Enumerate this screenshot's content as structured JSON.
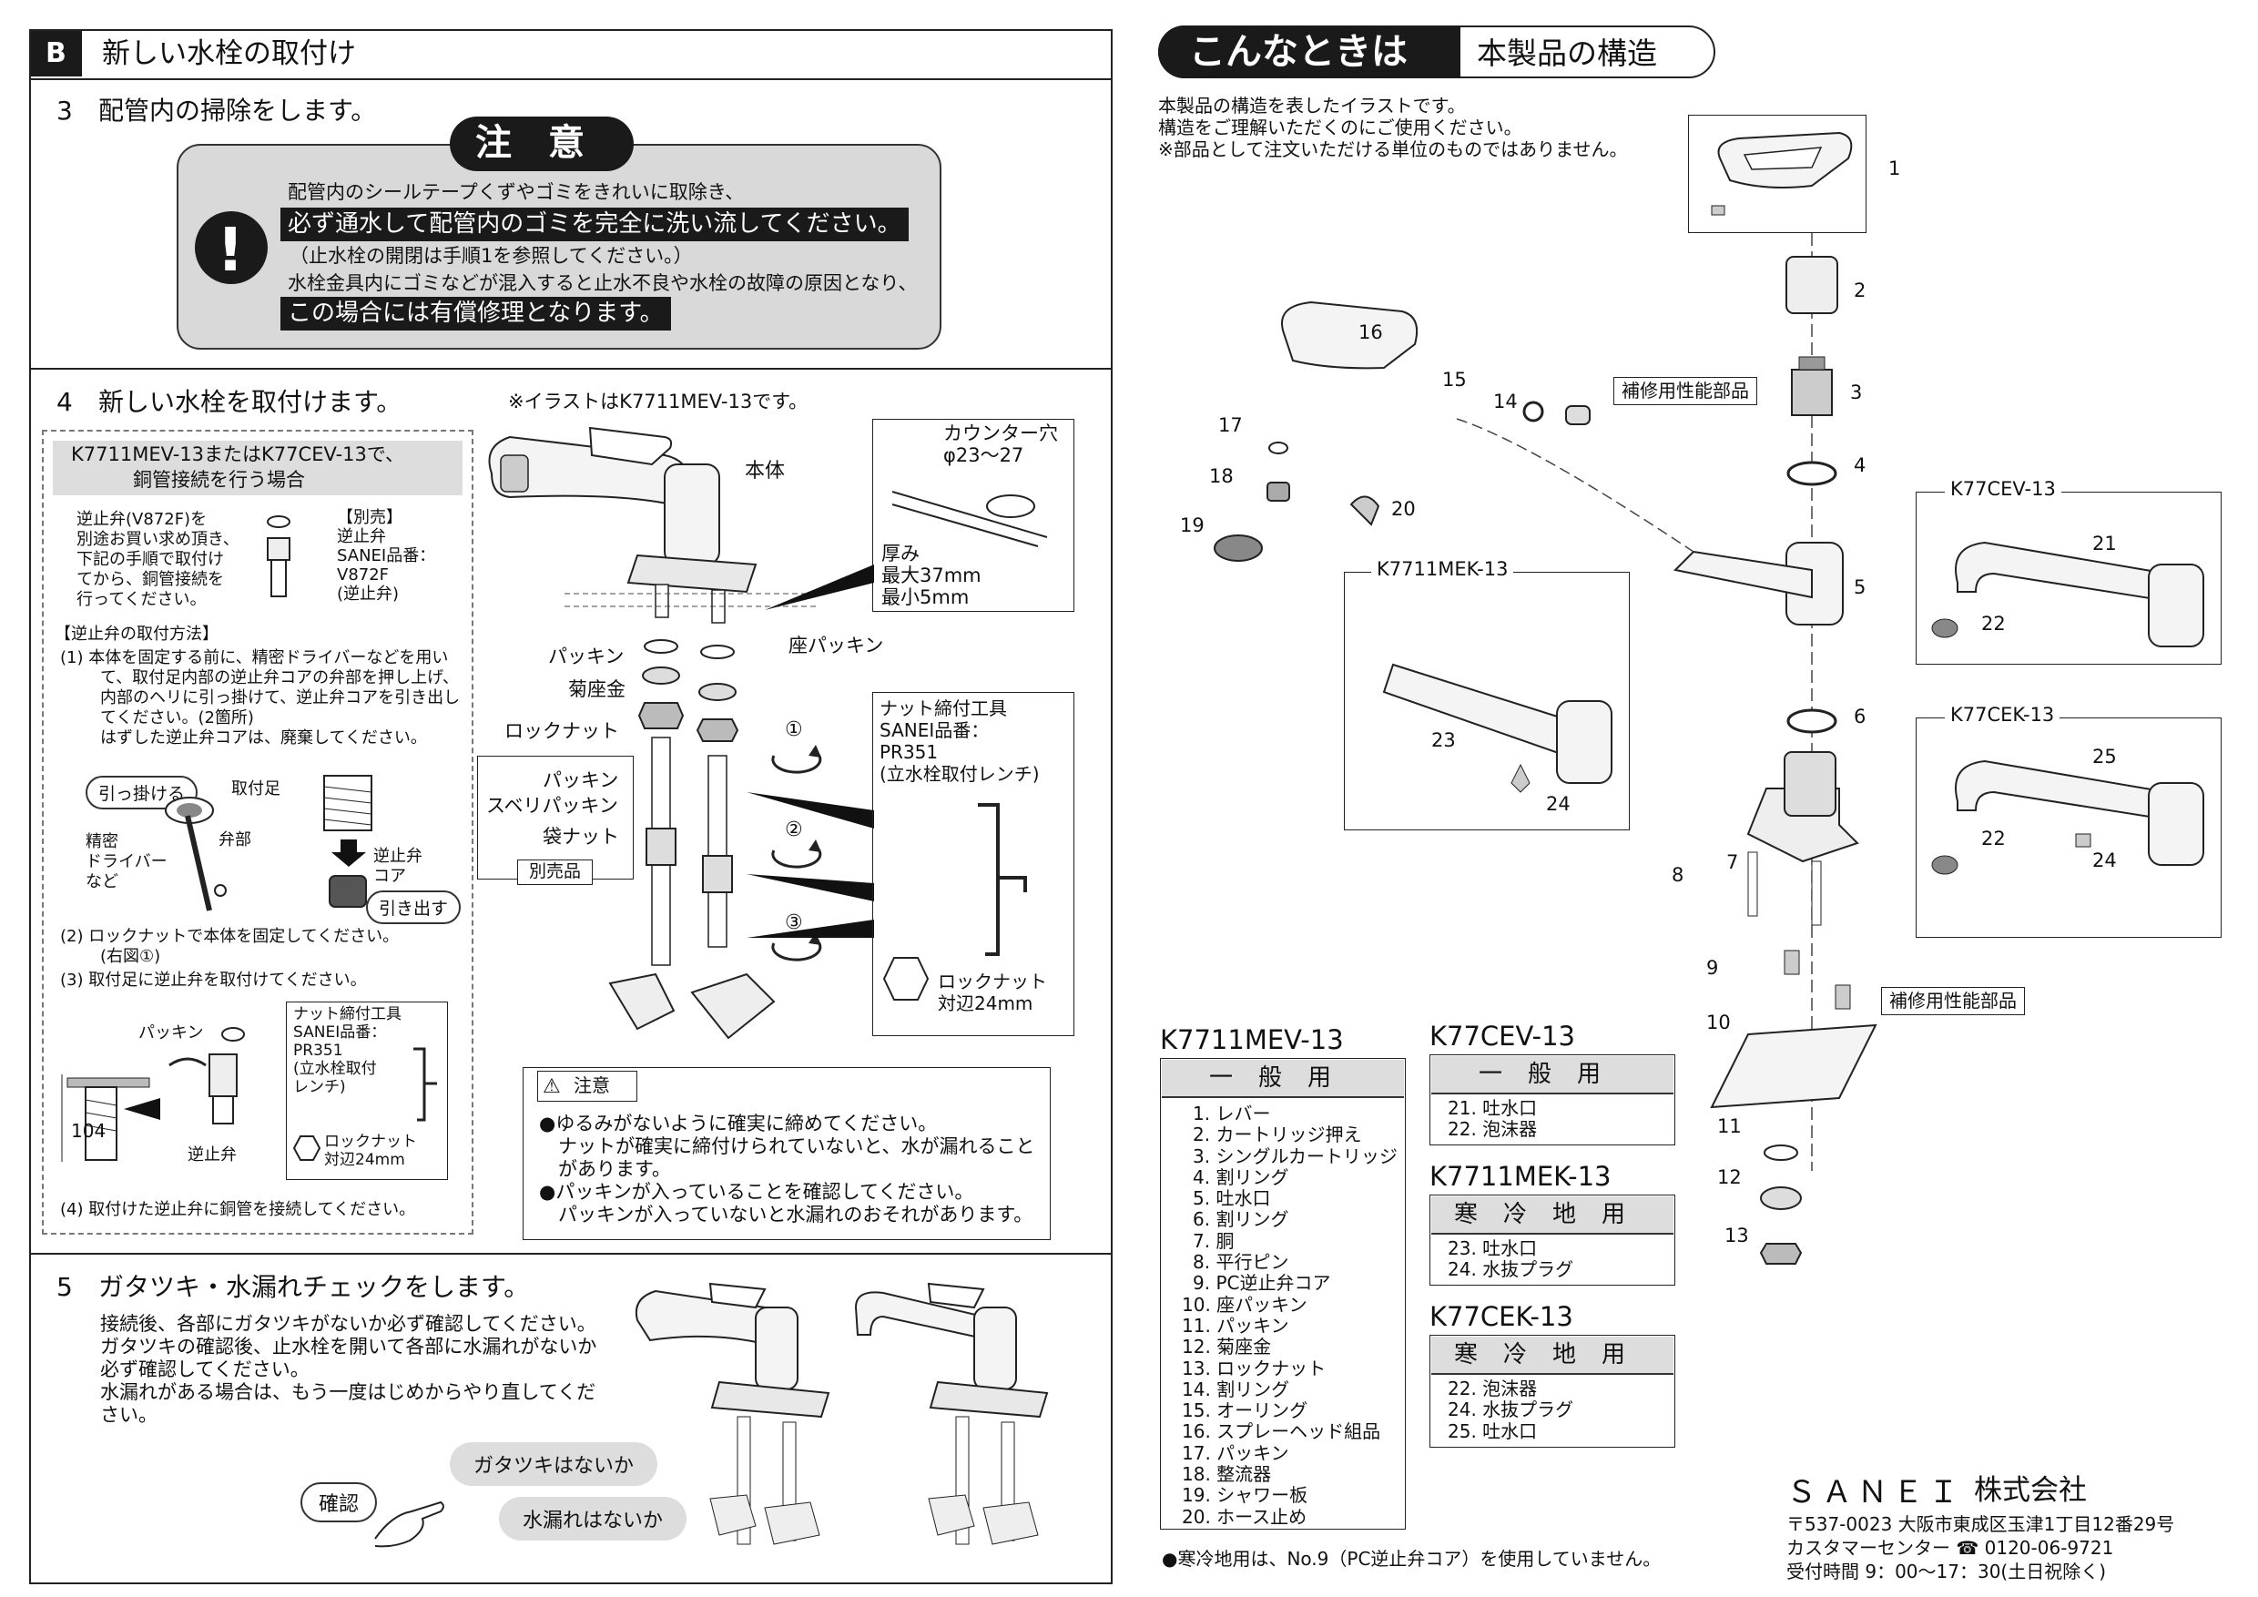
{
  "left": {
    "section_b": {
      "badge": "B",
      "title": "新しい水栓の取付け"
    },
    "step3": {
      "num": "3",
      "title": "配管内の掃除をします。",
      "caution_title": "注　意",
      "lines": [
        "配管内のシールテープくずやゴミをきれいに取除き、",
        "必ず通水して配管内のゴミを完全に洗い流してください。",
        "（止水栓の開閉は手順1を参照してください。）",
        "水栓金具内にゴミなどが混入すると止水不良や水栓の故障の原因となり、",
        "この場合には有償修理となります。"
      ]
    },
    "step4": {
      "num": "4",
      "title": "新しい水栓を取付けます。",
      "illust_note": "※イラストはK7711MEV-13です。",
      "copper_box_title": [
        "K7711MEV-13またはK77CEV-13で、",
        "銅管接続を行う場合"
      ],
      "check_valve_text": [
        "逆止弁(V872F)を",
        "別途お買い求め頂き、",
        "下記の手順で取付け",
        "てから、銅管接続を",
        "行ってください。"
      ],
      "sold_sep": [
        "【別売】",
        "逆止弁",
        "SANEI品番：",
        "V872F",
        "(逆止弁)"
      ],
      "method_title": "【逆止弁の取付方法】",
      "method_1": [
        "(1) 本体を固定する前に、精密ドライバーなどを用い",
        "て、取付足内部の逆止弁コアの弁部を押し上げ、",
        "内部のヘリに引っ掛けて、逆止弁コアを引き出し",
        "てください。(2箇所)",
        "はずした逆止弁コアは、廃棄してください。"
      ],
      "hook_label": "引っ掛ける",
      "mount_leg": "取付足",
      "valve_part": "弁部",
      "driver": [
        "精密",
        "ドライバー",
        "など"
      ],
      "check_core": [
        "逆止弁",
        "コア"
      ],
      "pull_out": "引き出す",
      "method_2": [
        "(2) ロックナットで本体を固定してください。",
        "(右図①)"
      ],
      "method_3": "(3) 取付足に逆止弁を取付けてください。",
      "packing": "パッキン",
      "check_valve": "逆止弁",
      "dim_104": "104",
      "tool_small": [
        "ナット締付工具",
        "SANEI品番：",
        "PR351",
        "(立水栓取付",
        "レンチ)"
      ],
      "locknut_small": [
        "ロックナット",
        "対辺24mm"
      ],
      "method_4": "(4) 取付けた逆止弁に銅管を接続してください。",
      "body_label": "本体",
      "counter_hole": [
        "カウンター穴",
        "φ23～27"
      ],
      "thickness": [
        "厚み",
        "最大37mm",
        "最小5mm"
      ],
      "seat_packing": "座パッキン",
      "parts_left": [
        "パッキン",
        "菊座金",
        "ロックナット"
      ],
      "parts_sold": [
        "パッキン",
        "スベリパッキン",
        "袋ナット"
      ],
      "sold_label": "別売品",
      "circled": [
        "①",
        "②",
        "③"
      ],
      "tool_big": [
        "ナット締付工具",
        "SANEI品番：",
        "PR351",
        "(立水栓取付レンチ)"
      ],
      "locknut_big": [
        "ロックナット",
        "対辺24mm"
      ],
      "caution_small_title": "注意",
      "caution_small": [
        "●ゆるみがないように確実に締めてください。",
        "　ナットが確実に締付けられていないと、水が漏れること",
        "　があります。",
        "●パッキンが入っていることを確認してください。",
        "　パッキンが入っていないと水漏れのおそれがあります。"
      ]
    },
    "step5": {
      "num": "5",
      "title": "ガタツキ・水漏れチェックをします。",
      "lines": [
        "接続後、各部にガタツキがないか必ず確認してください。",
        "ガタツキの確認後、止水栓を開いて各部に水漏れがないか",
        "必ず確認してください。",
        "水漏れがある場合は、もう一度はじめからやり直してくだ",
        "さい。"
      ],
      "check_btn": "確認",
      "loose": "ガタツキはないか",
      "leak": "水漏れはないか"
    }
  },
  "right": {
    "header_main": "こんなときは",
    "header_sub": "本製品の構造",
    "intro": [
      "本製品の構造を表したイラストです。",
      "構造をご理解いただくのにご使用ください。",
      "※部品として注文いただける単位のものではありません。"
    ],
    "repair_label": "補修用性能部品",
    "model_boxes": {
      "mek": "K7711MEK-13",
      "cev": "K77CEV-13",
      "cek": "K77CEK-13"
    },
    "part_numbers": [
      "1",
      "2",
      "3",
      "4",
      "5",
      "6",
      "7",
      "8",
      "9",
      "10",
      "11",
      "12",
      "13",
      "14",
      "15",
      "16",
      "17",
      "18",
      "19",
      "20",
      "21",
      "22",
      "22",
      "23",
      "24",
      "24",
      "25"
    ],
    "tables": {
      "mev": {
        "model": "K7711MEV-13",
        "head": "一般用",
        "items": [
          "1. レバー",
          "2. カートリッジ押え",
          "3. シングルカートリッジ",
          "4. 割リング",
          "5. 吐水口",
          "6. 割リング",
          "7. 胴",
          "8. 平行ピン",
          "9. PC逆止弁コア",
          "10. 座パッキン",
          "11. パッキン",
          "12. 菊座金",
          "13. ロックナット",
          "14. 割リング",
          "15. オーリング",
          "16. スプレーヘッド組品",
          "17. パッキン",
          "18. 整流器",
          "19. シャワー板",
          "20. ホース止め"
        ]
      },
      "cev": {
        "model": "K77CEV-13",
        "head": "一般用",
        "items": [
          "21. 吐水口",
          "22. 泡沫器"
        ]
      },
      "mek": {
        "model": "K7711MEK-13",
        "head": "寒冷地用",
        "items": [
          "23. 吐水口",
          "24. 水抜プラグ"
        ]
      },
      "cek": {
        "model": "K77CEK-13",
        "head": "寒冷地用",
        "items": [
          "22. 泡沫器",
          "24. 水抜プラグ",
          "25. 吐水口"
        ]
      }
    },
    "cold_note": "●寒冷地用は、No.9（PC逆止弁コア）を使用していません。",
    "company": {
      "brand": "ＳＡＮＥＩ",
      "suffix": "株式会社",
      "address": "〒537-0023  大阪市東成区玉津1丁目12番29号",
      "center": "カスタマーセンター ☎ 0120-06-9721",
      "hours": "受付時間 9：00～17：30(土日祝除く)"
    }
  }
}
